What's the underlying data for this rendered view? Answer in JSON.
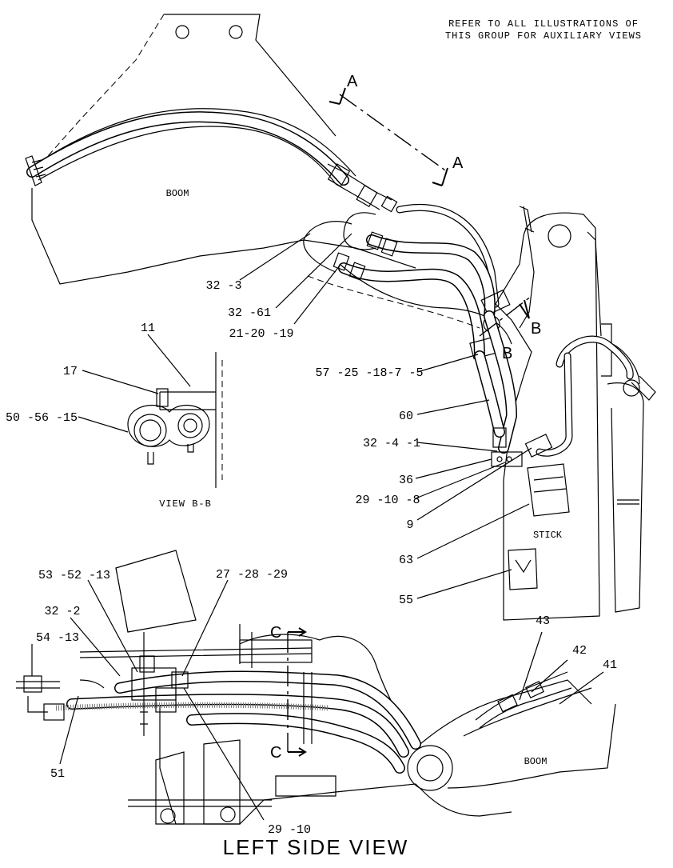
{
  "note": {
    "line1": "REFER TO ALL ILLUSTRATIONS OF",
    "line2": "THIS GROUP FOR AUXILIARY VIEWS"
  },
  "section_markers": {
    "a_top": "A",
    "a_bottom": "A",
    "b_top": "B",
    "b_bottom": "B",
    "c_top": "C",
    "c_bottom": "C"
  },
  "component_labels": {
    "boom_upper": "BOOM",
    "boom_lower": "BOOM",
    "stick": "STICK",
    "view_bb": "VIEW B-B",
    "left_side_view": "LEFT SIDE VIEW"
  },
  "callouts": {
    "c32_3": "32 -3",
    "c32_61": "32 -61",
    "c21_20_19": "21-20 -19",
    "c11": "11",
    "c17": "17",
    "c50_56_15": "50 -56 -15",
    "c57_25_18_7_5": "57 -25 -18-7 -5",
    "c60": "60",
    "c32_4_1": "32 -4 -1",
    "c36": "36",
    "c29_10_8": "29 -10 -8",
    "c9": "9",
    "c63": "63",
    "c55": "55",
    "c53_52_13": "53 -52 -13",
    "c27_28_29": "27 -28 -29",
    "c32_2": "32 -2",
    "c54_13": "54 -13",
    "c51": "51",
    "c29_10": "29 -10",
    "c43": "43",
    "c42": "42",
    "c41": "41"
  }
}
